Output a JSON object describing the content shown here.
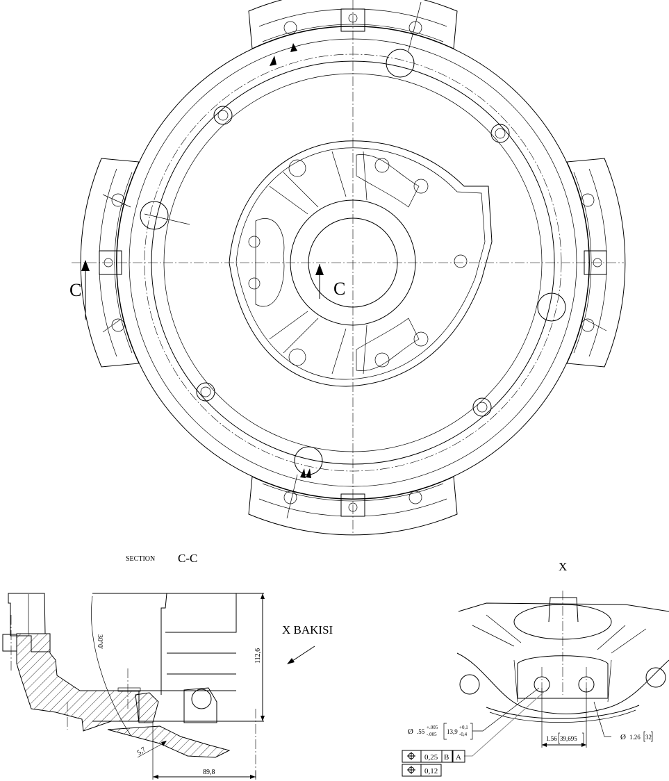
{
  "main_view": {
    "section_marker_left": "C",
    "section_marker_right": "C"
  },
  "section": {
    "label_small": "SECTION",
    "label_large": "C-C",
    "dim_height": "112,6",
    "dim_angle": "30°0'",
    "dim_thickness": "5,7",
    "dim_width": "89,8",
    "view_direction_label": "X BAKISI"
  },
  "detail_x": {
    "title": "X",
    "hole_small": {
      "diameter_symbol": "Ø",
      "value_in": ".55",
      "tol_plus_in": "+.005",
      "tol_minus_in": "-.005",
      "value_mm": "13,9",
      "tol_plus_mm": "+0,1",
      "tol_minus_mm": "-0,4"
    },
    "spacing": {
      "value_in": "1.56",
      "value_mm": "39,695"
    },
    "hole_large": {
      "diameter_symbol": "Ø",
      "value_in": "1.26",
      "value_mm": "32"
    },
    "feature_control_frames": [
      {
        "symbol": "position",
        "tolerance": "0,25",
        "datums": [
          "B",
          "A"
        ]
      },
      {
        "symbol": "position",
        "tolerance": "0,12",
        "datums": []
      }
    ]
  }
}
